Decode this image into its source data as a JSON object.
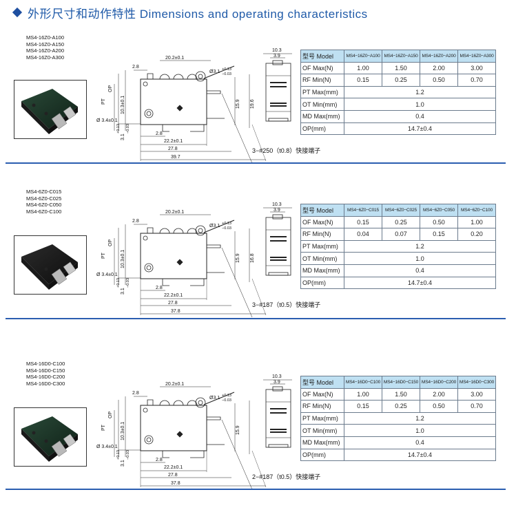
{
  "header": {
    "title": "外形尺寸和动作特性  Dimensions  and  operating  characteristics"
  },
  "colors": {
    "accent": "#1f5aa8",
    "rule": "#2a5db0",
    "table_header": "#bfe0f2"
  },
  "dims": {
    "d20": "20.2±0.1",
    "d28": "2.8",
    "dia": "Ø3.1",
    "tol_plus": "+0.13",
    "tol_minus": "−0.03",
    "pt": "PT",
    "op": "OP",
    "d103": "10.3±0.1",
    "d34": "Ø 3.4±0.1",
    "d31": "3.1",
    "d31tp": "+0.13",
    "d31tm": "−0.03",
    "d28b": "2.8",
    "d222": "22.2±0.1",
    "d278": "27.8",
    "side_w": "10.3",
    "side_w2": "3.9"
  },
  "sections": [
    {
      "models": [
        "MS4-16Z0-A100",
        "MS4-16Z0-A150",
        "MS4-16Z0-A200",
        "MS4-16Z0-A300"
      ],
      "total_len": "39.7",
      "h1": "15.9",
      "h2": "19.6",
      "terminal": "3−#250（t0.8）快接端子",
      "table": {
        "header_label": "型号 Model",
        "columns": [
          "MS4−16Z0−A100",
          "MS4−16Z0−A150",
          "MS4−16Z0−A200",
          "MS4−16Z0−A300"
        ],
        "of": [
          "1.00",
          "1.50",
          "2.00",
          "3.00"
        ],
        "rf": [
          "0.15",
          "0.25",
          "0.50",
          "0.70"
        ],
        "pt": "1.2",
        "ot": "1.0",
        "md": "0.4",
        "opv": "14.7±0.4"
      }
    },
    {
      "models": [
        "MS4-6Z0-C015",
        "MS4-6Z0-C025",
        "MS4-6Z0-C050",
        "MS4-6Z0-C100"
      ],
      "total_len": "37.8",
      "h1": "15.9",
      "h2": "16.8",
      "terminal": "3−#187（t0.5）快接端子",
      "table": {
        "header_label": "型号 Model",
        "columns": [
          "MS4−6Z0−C015",
          "MS4−6Z0−C025",
          "MS4−6Z0−C050",
          "MS4−6Z0−C100"
        ],
        "of": [
          "0.15",
          "0.25",
          "0.50",
          "1.00"
        ],
        "rf": [
          "0.04",
          "0.07",
          "0.15",
          "0.20"
        ],
        "pt": "1.2",
        "ot": "1.0",
        "md": "0.4",
        "opv": "14.7±0.4"
      }
    },
    {
      "models": [
        "MS4-16D0-C100",
        "MS4-16D0-C150",
        "MS4-16D0-C200",
        "MS4-16D0-C300"
      ],
      "total_len": "37.8",
      "h1": "15.9",
      "h2": "",
      "terminal": "2−#187（t0.5）快接端子",
      "table": {
        "header_label": "型号 Model",
        "columns": [
          "MS4−16D0−C100",
          "MS4−16D0−C150",
          "MS4−16D0−C200",
          "MS4−16D0−C300"
        ],
        "of": [
          "1.00",
          "1.50",
          "2.00",
          "3.00"
        ],
        "rf": [
          "0.15",
          "0.25",
          "0.50",
          "0.70"
        ],
        "pt": "1.2",
        "ot": "1.0",
        "md": "0.4",
        "opv": "14.7±0.4"
      }
    }
  ],
  "row_labels": {
    "of": "OF Max(N)",
    "rf": "RF Min(N)",
    "pt": "PT Max(mm)",
    "ot": "OT Min(mm)",
    "md": "MD Max(mm)",
    "op": "OP(mm)"
  }
}
